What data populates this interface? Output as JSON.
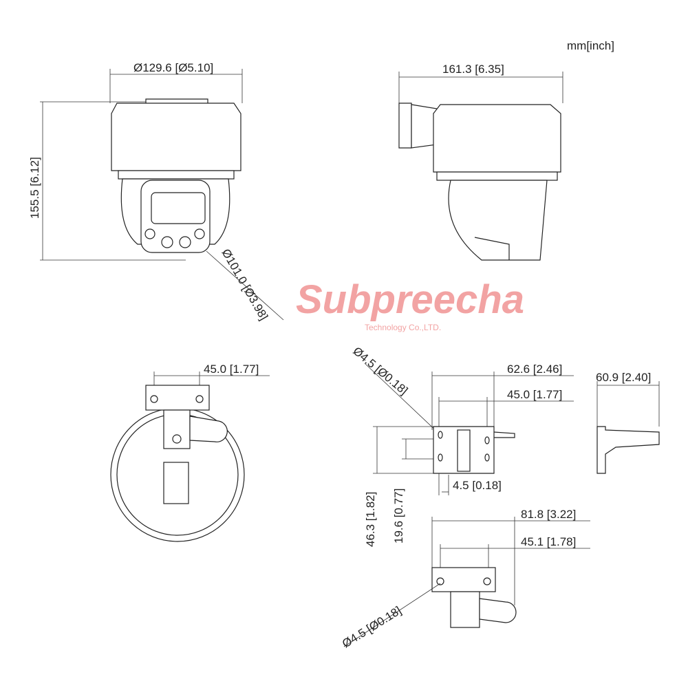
{
  "units_label": "mm[inch]",
  "watermark": {
    "brand": "Subpreecha",
    "subtitle": "Technology Co.,LTD."
  },
  "front_view": {
    "diameter": "Ø129.6 [Ø5.10]",
    "height": "155.5 [6.12]",
    "lens_diameter": "Ø101.0 [Ø3.98]"
  },
  "side_view": {
    "width": "161.3 [6.35]"
  },
  "bottom_view": {
    "hole_spacing": "45.0 [1.77]"
  },
  "bracket_front": {
    "hole_diameter": "Ø4.5 [Ø0.18]",
    "width": "62.6 [2.46]",
    "hole_spacing": "45.0 [1.77]",
    "height": "46.3 [1.82]",
    "hole_vertical_spacing": "19.6 [0.77]",
    "slot_width": "4.5 [0.18]"
  },
  "bracket_side": {
    "depth": "60.9 [2.40]"
  },
  "bracket_top": {
    "length": "81.8 [3.22]",
    "hole_spacing": "45.1 [1.78]",
    "hole_diameter": "Ø4.5 [Ø0.18]"
  }
}
